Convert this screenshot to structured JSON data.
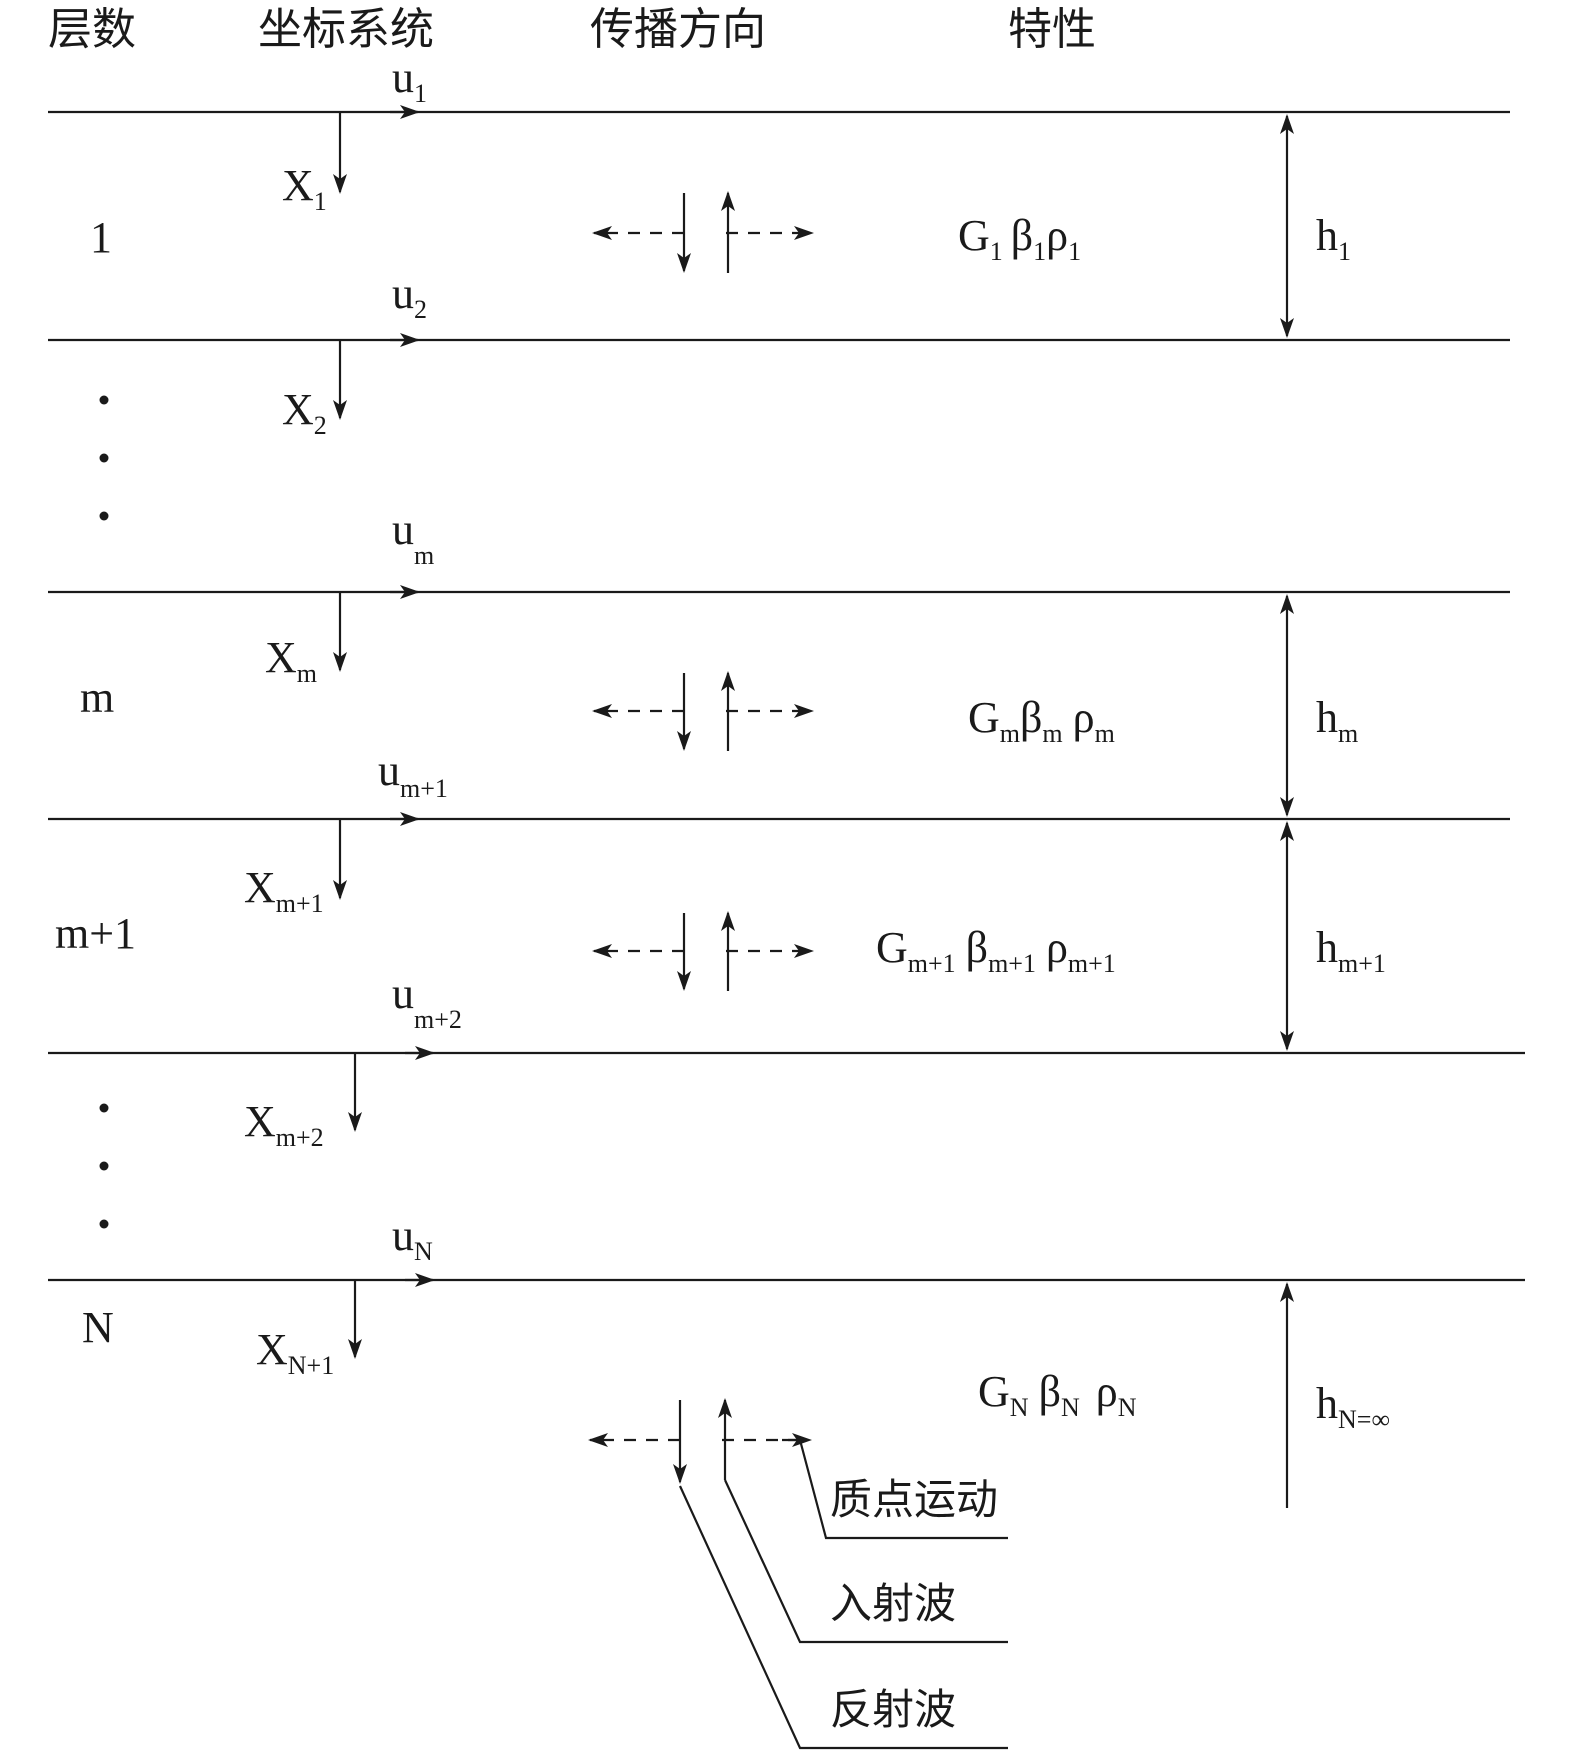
{
  "headers": {
    "layers": "层数",
    "coords": "坐标系统",
    "direction": "传播方向",
    "property": "特性"
  },
  "layer_labels": {
    "first": "1",
    "m": "m",
    "m_plus_1": "m+1",
    "n": "N"
  },
  "u_labels": [
    {
      "base": "u",
      "sub": "1"
    },
    {
      "base": "u",
      "sub": "2"
    },
    {
      "base": "u",
      "sub": "m"
    },
    {
      "base": "u",
      "sub": "m+1"
    },
    {
      "base": "u",
      "sub": "m+2"
    },
    {
      "base": "u",
      "sub": "N"
    }
  ],
  "x_labels": [
    {
      "base": "X",
      "sub": "1"
    },
    {
      "base": "X",
      "sub": "2"
    },
    {
      "base": "X",
      "sub": "m"
    },
    {
      "base": "X",
      "sub": "m+1"
    },
    {
      "base": "X",
      "sub": "m+2"
    },
    {
      "base": "X",
      "sub": "N+1"
    }
  ],
  "properties": [
    {
      "parts": [
        {
          "base": "G",
          "sub": "1"
        },
        {
          "base": "β",
          "sub": "1"
        },
        {
          "base": "ρ",
          "sub": "1"
        }
      ]
    },
    {
      "parts": [
        {
          "base": "G",
          "sub": "m"
        },
        {
          "base": "β",
          "sub": "m"
        },
        {
          "base": "ρ",
          "sub": "m"
        }
      ]
    },
    {
      "parts": [
        {
          "base": "G",
          "sub": "m+1"
        },
        {
          "base": "β",
          "sub": "m+1"
        },
        {
          "base": "ρ",
          "sub": "m+1"
        }
      ]
    },
    {
      "parts": [
        {
          "base": "G",
          "sub": "N"
        },
        {
          "base": "β",
          "sub": "N"
        },
        {
          "base": "ρ",
          "sub": "N"
        }
      ]
    }
  ],
  "thickness_labels": [
    {
      "base": "h",
      "sub": "1"
    },
    {
      "base": "h",
      "sub": "m"
    },
    {
      "base": "h",
      "sub": "m+1"
    },
    {
      "base": "h",
      "sub": "N=∞"
    }
  ],
  "legend": {
    "particle_motion": "质点运动",
    "incident_wave": "入射波",
    "reflected_wave": "反射波"
  }
}
